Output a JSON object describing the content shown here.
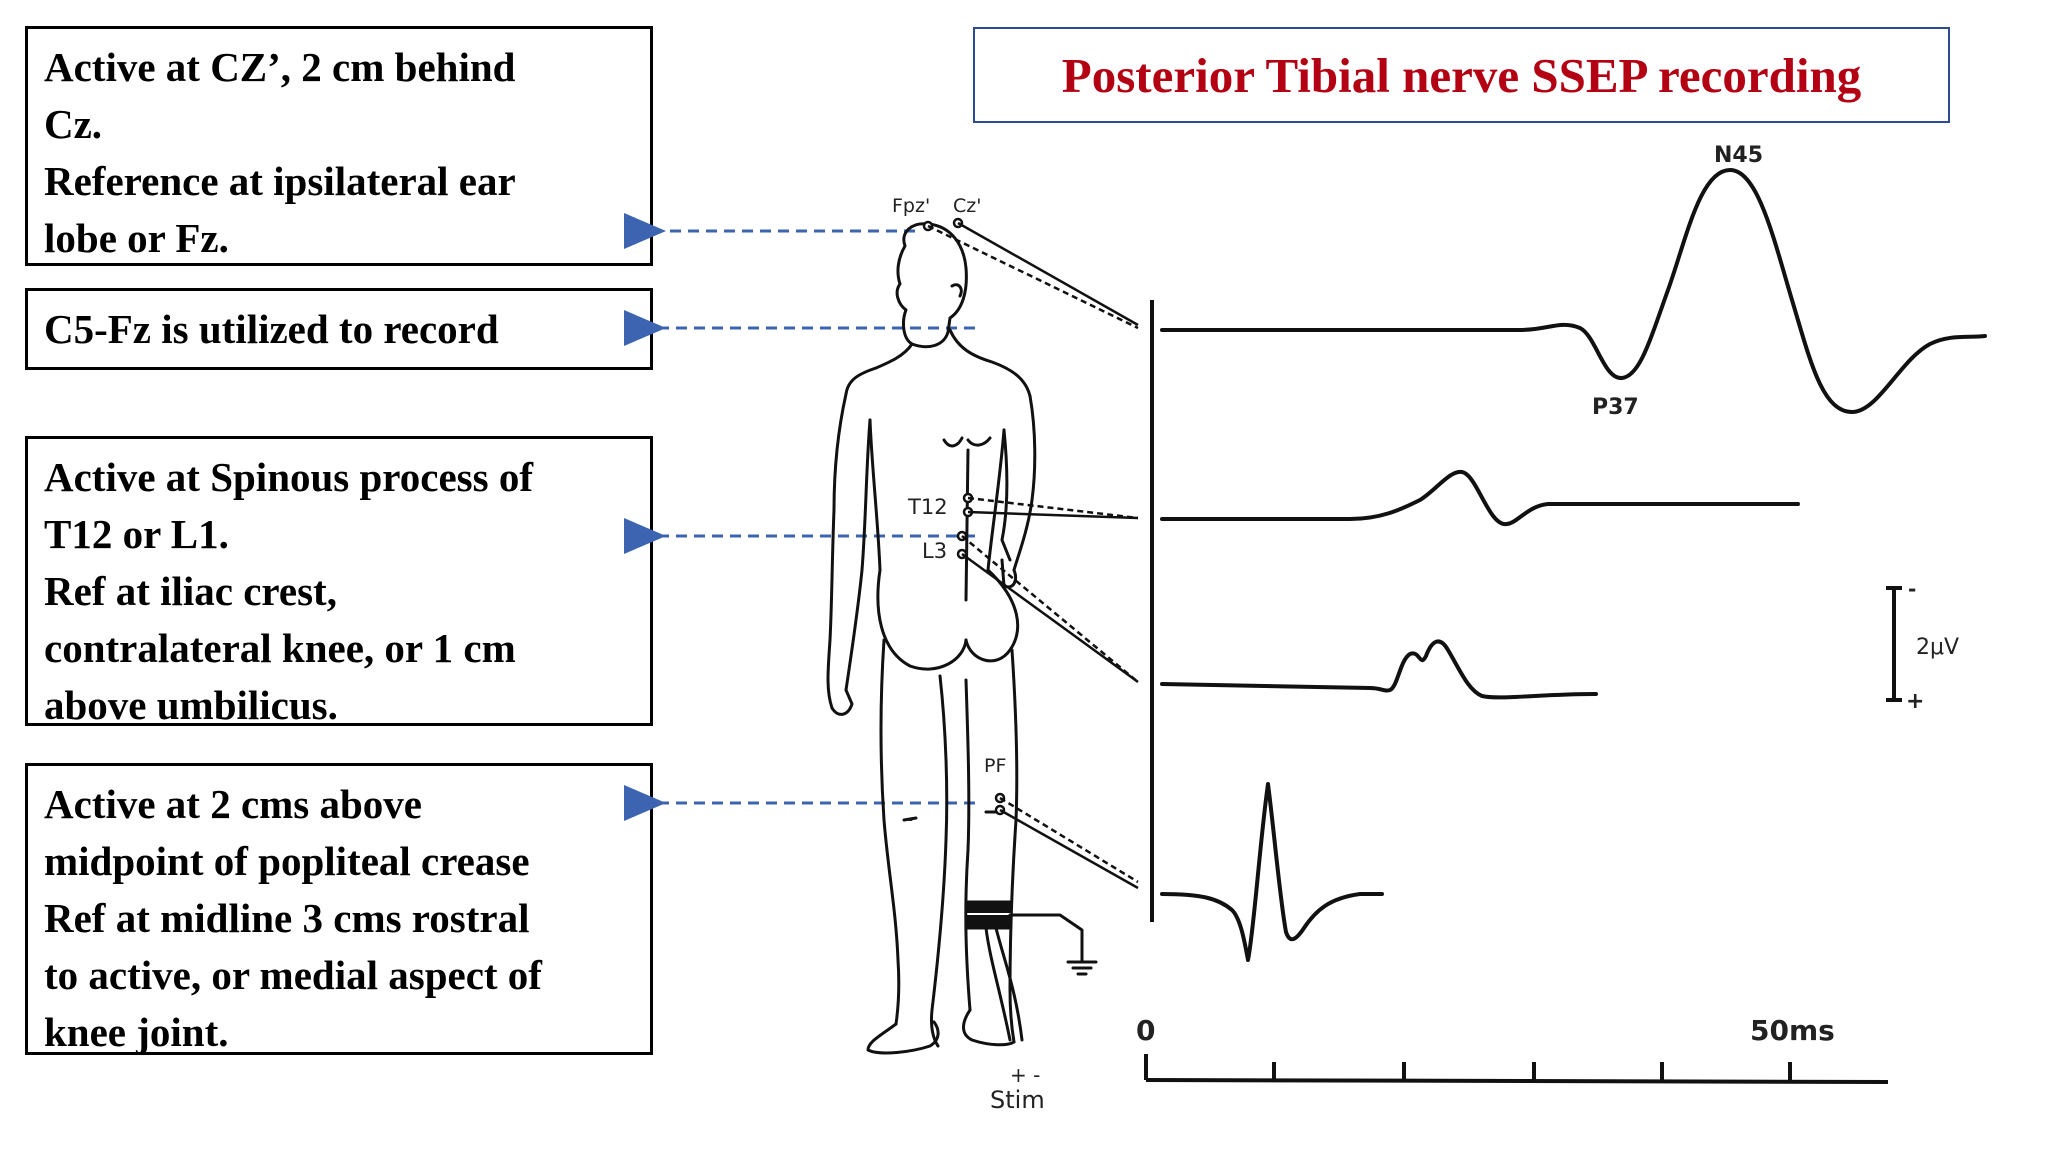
{
  "title": "Posterior Tibial nerve SSEP recording",
  "notes": [
    {
      "lines": [
        "Active at CZ’, 2 cm behind",
        "Cz.",
        "Reference at ipsilateral ear",
        "lobe or Fz."
      ]
    },
    {
      "lines": [
        "C5-Fz is utilized to record"
      ]
    },
    {
      "lines": [
        "Active at Spinous process of",
        "T12 or L1.",
        "Ref  at iliac crest,",
        "contralateral knee, or 1 cm",
        "above umbilicus."
      ]
    },
    {
      "lines": [
        "Active at 2 cms above",
        "midpoint of popliteal crease",
        "Ref  at midline 3 cms rostral",
        "to active, or medial aspect of",
        "knee joint."
      ]
    }
  ],
  "electrodes": {
    "fpz": "Fpz'",
    "cz": "Cz'",
    "t12": "T12",
    "l3": "L3",
    "pf": "PF",
    "stim": "Stim",
    "stim_polarity": "+ -",
    "minus_mark": "-"
  },
  "waveform_labels": {
    "n45": "N45",
    "p37": "P37"
  },
  "scale": {
    "amplitude": "2μV",
    "minus": "-",
    "plus": "+",
    "time_start": "0",
    "time_end": "50ms"
  },
  "colors": {
    "title": "#b30012",
    "title_border": "#2e4b8f",
    "arrow": "#3d64b0"
  }
}
